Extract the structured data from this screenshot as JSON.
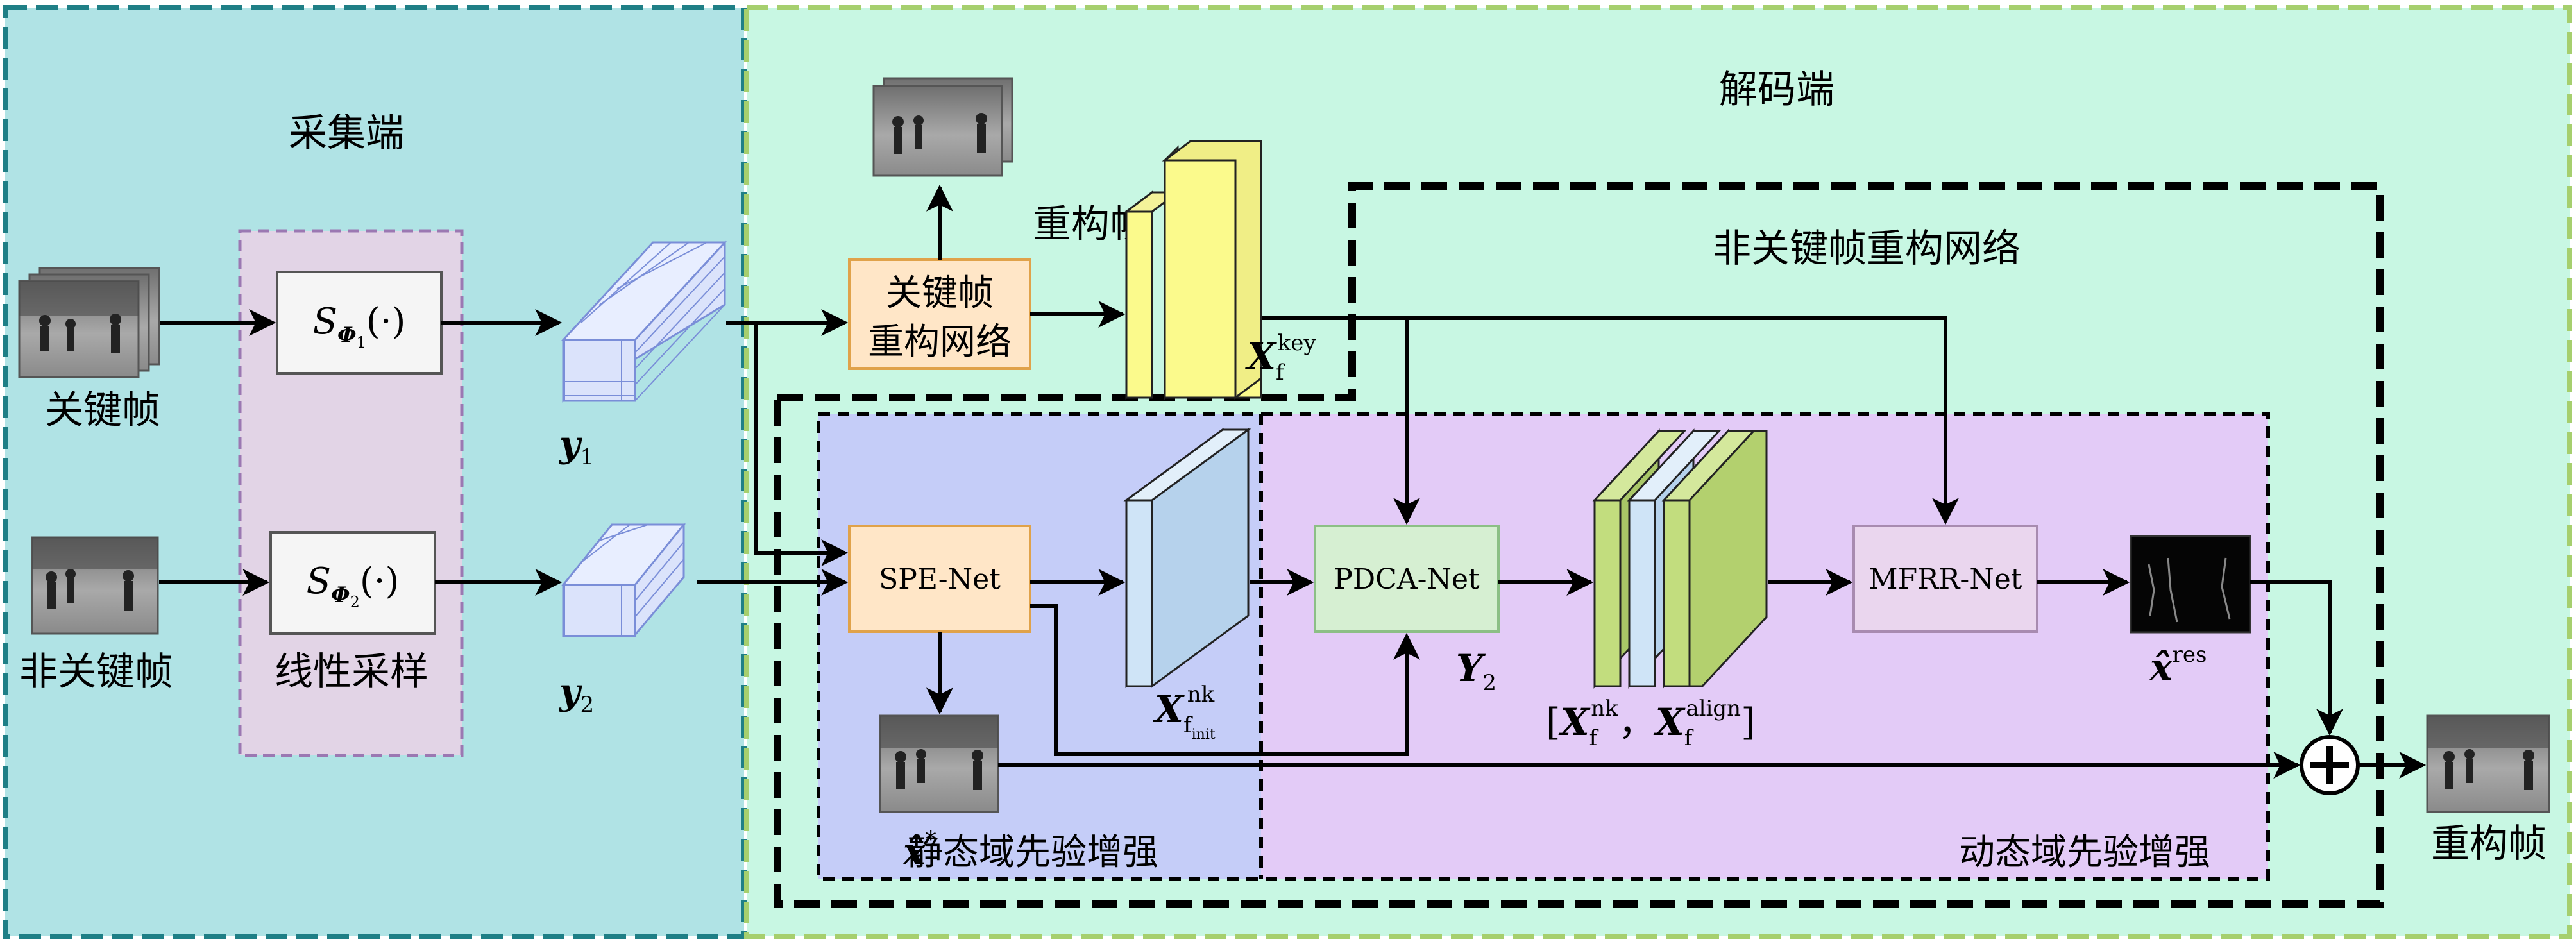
{
  "regions": {
    "acquisition_label": "采集端",
    "decoder_label": "解码端",
    "nonkey_net_label": "非关键帧重构网络",
    "static_label": "静态域先验增强",
    "dynamic_label": "动态域先验增强"
  },
  "inputs": {
    "key_frame_label": "关键帧",
    "nonkey_frame_label": "非关键帧"
  },
  "sampling": {
    "label": "线性采样",
    "s1_base": "S",
    "s1_sub": "Φ",
    "s1_subsub": "1",
    "s1_args": "(·)",
    "s2_base": "S",
    "s2_sub": "Φ",
    "s2_subsub": "2",
    "s2_args": "(·)"
  },
  "measurements": {
    "y1_base": "y",
    "y1_sub": "1",
    "y2_base": "y",
    "y2_sub": "2"
  },
  "key_net": {
    "line1": "关键帧",
    "line2": "重构网络",
    "output_label": "重构帧"
  },
  "modules": {
    "spe": "SPE-Net",
    "pdca": "PDCA-Net",
    "mfrr": "MFRR-Net"
  },
  "symbols": {
    "xf_key_base": "X",
    "xf_key_sub": "f",
    "xf_key_sup": "key",
    "xf_init_base": "X",
    "xf_init_sub": "f",
    "xf_init_subsub": "init",
    "xf_init_sup": "nk",
    "Y2_base": "Y",
    "Y2_sub": "2",
    "concat_open": "[",
    "concat_x1": "X",
    "concat_x1_sub": "f",
    "concat_x1_sup": "nk",
    "concat_sep": "，",
    "concat_x2": "X",
    "concat_x2_sub": "f",
    "concat_x2_sup": "align",
    "concat_close": "]",
    "xres_base": "x̂",
    "xres_sup": "res",
    "xstar_base": "x̂",
    "xstar_sup": "*"
  },
  "output": {
    "label": "重构帧"
  },
  "colors": {
    "acq_bg": "#b0e3e5",
    "acq_border": "#1f7f86",
    "dec_bg": "#c8f7e3",
    "dec_border": "#a6cf6e",
    "sampling_bg": "#e2d4e6",
    "sampling_border": "#9b78b2",
    "static_bg": "#c5cdf8",
    "dynamic_bg": "#e3cbf7",
    "orange_box": "#ffe6c7",
    "orange_border": "#e0a24a",
    "green_box": "#d6efd2",
    "mauve_box": "#ead6ee",
    "yellow_block": "#fbfa8c",
    "blue_block": "#cfe4f7",
    "green_block": "#c2dd7e",
    "cube_face": "#dbe3fb",
    "cube_line": "#7a8ed8"
  }
}
